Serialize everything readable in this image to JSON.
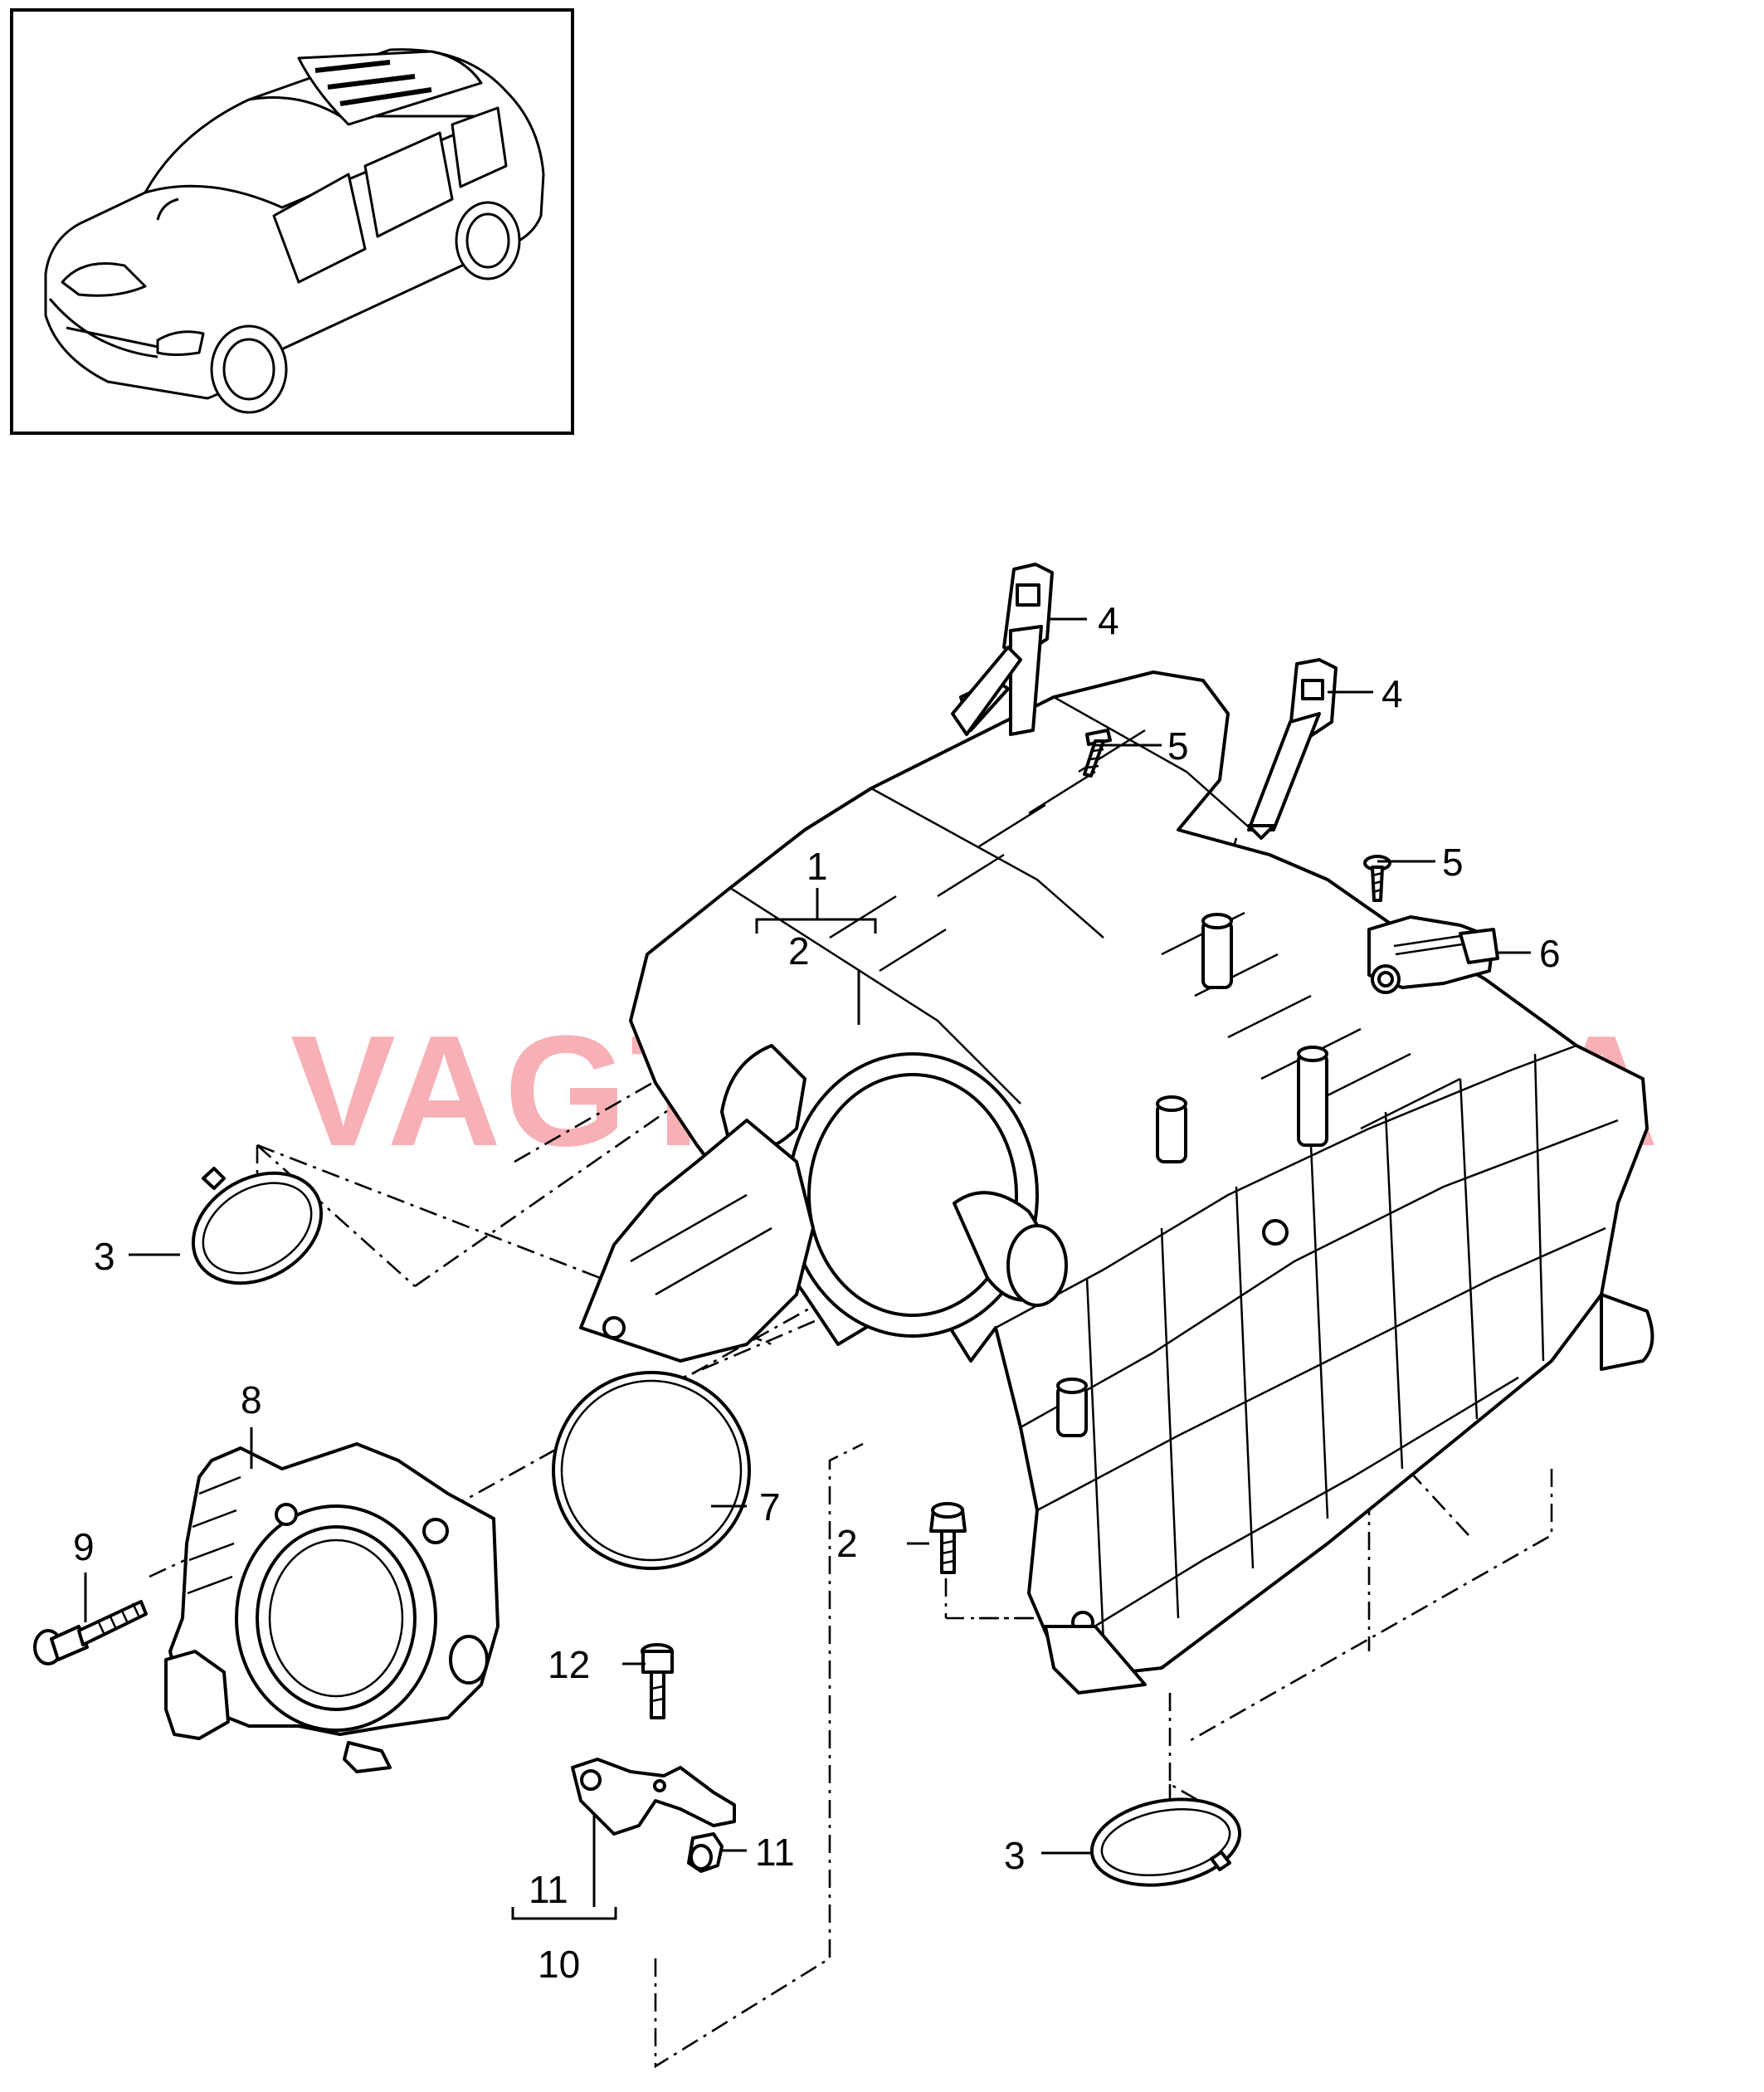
{
  "watermark": {
    "text": "VAGTEC.COM.UA",
    "color": "#f0707a"
  },
  "thumbnail": {
    "icon": "vehicle-suv-icon"
  },
  "callouts": [
    {
      "id": "c1",
      "label": "1"
    },
    {
      "id": "c2a",
      "label": "2"
    },
    {
      "id": "c2b",
      "label": "2"
    },
    {
      "id": "c3a",
      "label": "3"
    },
    {
      "id": "c3b",
      "label": "3"
    },
    {
      "id": "c4a",
      "label": "4"
    },
    {
      "id": "c4b",
      "label": "4"
    },
    {
      "id": "c5a",
      "label": "5"
    },
    {
      "id": "c5b",
      "label": "5"
    },
    {
      "id": "c6",
      "label": "6"
    },
    {
      "id": "c7",
      "label": "7"
    },
    {
      "id": "c8",
      "label": "8"
    },
    {
      "id": "c9",
      "label": "9"
    },
    {
      "id": "c10",
      "label": "10"
    },
    {
      "id": "c11a",
      "label": "11"
    },
    {
      "id": "c11b",
      "label": "11"
    },
    {
      "id": "c12",
      "label": "12"
    }
  ],
  "parts": {
    "intake_manifold": "intake-manifold-icon",
    "throttle_body": "throttle-body-icon",
    "sensor": "temperature-sensor-icon",
    "pressure_sensor": "pressure-sensor-icon",
    "gasket": "gasket-ring-icon",
    "screw": "screw-icon",
    "bracket": "bracket-icon",
    "clip": "clip-nut-icon"
  }
}
